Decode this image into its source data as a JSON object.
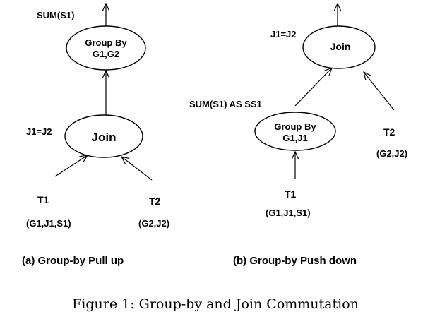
{
  "left": {
    "top_label": "SUM(S1)",
    "groupby_line1": "Group By",
    "groupby_line2": "G1,G2",
    "join_cond": "J1=J2",
    "join_label": "Join",
    "t1_name": "T1",
    "t1_attrs": "(G1,J1,S1)",
    "t2_name": "T2",
    "t2_attrs": "(G2,J2)",
    "subcaption": "(a) Group-by Pull up"
  },
  "right": {
    "join_cond": "J1=J2",
    "join_label": "Join",
    "agg_label": "SUM(S1) AS SS1",
    "groupby_line1": "Group By",
    "groupby_line2": "G1,J1",
    "t1_name": "T1",
    "t1_attrs": "(G1,J1,S1)",
    "t2_name": "T2",
    "t2_attrs": "(G2,J2)",
    "subcaption": "(b) Group-by Push down"
  },
  "caption": "Figure 1: Group-by and Join Commutation"
}
